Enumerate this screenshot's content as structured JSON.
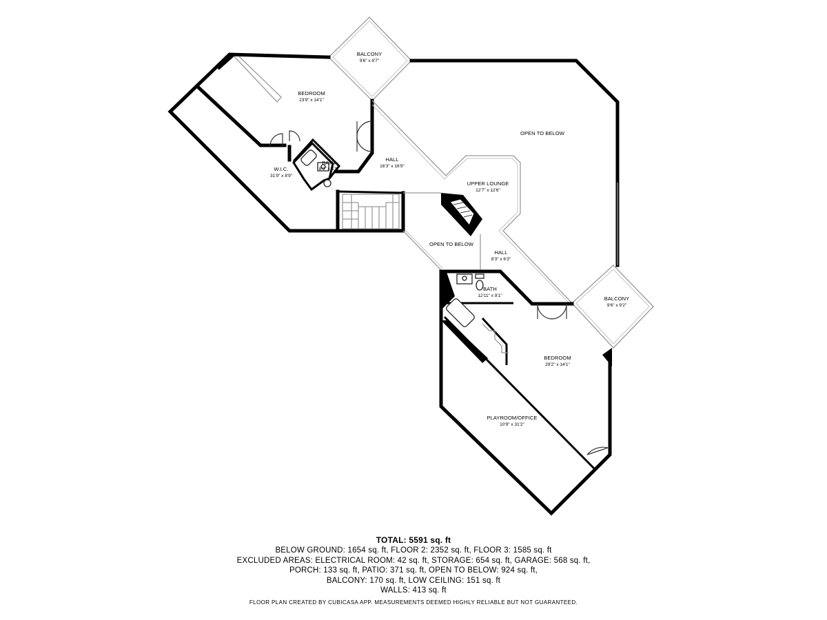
{
  "rooms": [
    {
      "id": "balcony-top",
      "name": "BALCONY",
      "dim": "9'6\" x 8'7\""
    },
    {
      "id": "bedroom-top",
      "name": "BEDROOM",
      "dim": "23'9\" x 14'1\""
    },
    {
      "id": "open-below-top",
      "name": "OPEN TO BELOW",
      "dim": ""
    },
    {
      "id": "hall-top",
      "name": "HALL",
      "dim": "16'3\" x 16'9\""
    },
    {
      "id": "bath-top",
      "name": "BATH",
      "dim": "8'0\" x 5'1\""
    },
    {
      "id": "wic",
      "name": "W.I.C.",
      "dim": "31'9\" x 8'9\""
    },
    {
      "id": "upper-lounge",
      "name": "UPPER LOUNGE",
      "dim": "12'7\" x 12'6\""
    },
    {
      "id": "open-below-mid",
      "name": "OPEN TO BELOW",
      "dim": ""
    },
    {
      "id": "hall-mid",
      "name": "HALL",
      "dim": "8'3\" x 6'3\""
    },
    {
      "id": "bath-mid",
      "name": "BATH",
      "dim": "12'11\" x 9'1\""
    },
    {
      "id": "balcony-right",
      "name": "BALCONY",
      "dim": "9'6\" x 9'2\""
    },
    {
      "id": "bedroom-bottom",
      "name": "BEDROOM",
      "dim": "29'2\" x 14'1\""
    },
    {
      "id": "playroom",
      "name": "PLAYROOM/OFFICE",
      "dim": "10'9\" x 31'2\""
    }
  ],
  "summary": {
    "total": "TOTAL: 5591 sq. ft",
    "lines": [
      "BELOW GROUND: 1654 sq. ft, FLOOR 2: 2352 sq. ft, FLOOR 3: 1585 sq. ft",
      "EXCLUDED AREAS: ELECTRICAL ROOM: 42 sq. ft, STORAGE: 654 sq. ft, GARAGE: 568 sq. ft,",
      "PORCH: 133 sq. ft, PATIO: 371 sq. ft, OPEN TO BELOW: 924 sq. ft,",
      "BALCONY: 170 sq. ft, LOW CEILING: 151 sq. ft",
      "WALLS: 413 sq. ft"
    ]
  },
  "disclaimer": "FLOOR PLAN CREATED BY CUBICASA APP. MEASUREMENTS DEEMED HIGHLY RELIABLE BUT NOT GUARANTEED."
}
